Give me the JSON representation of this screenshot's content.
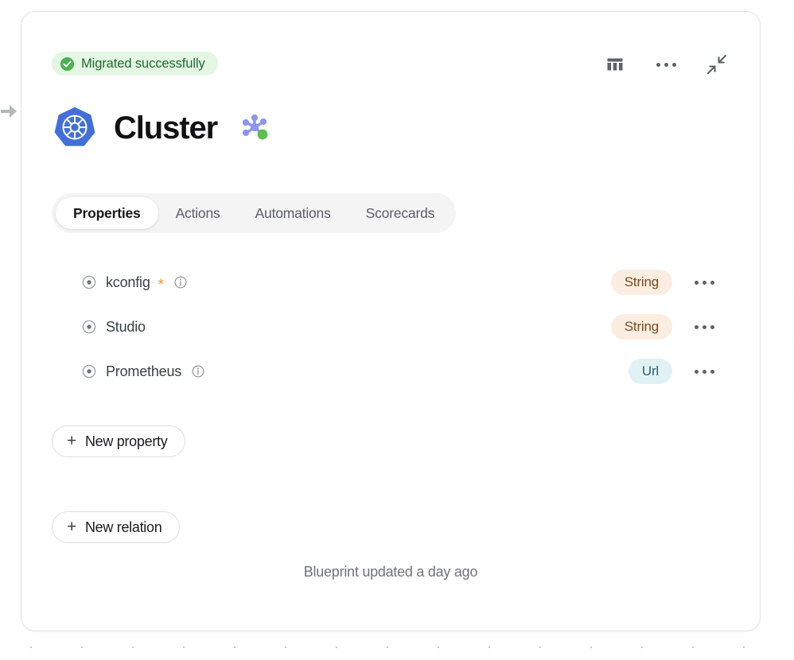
{
  "canvas": {
    "pointer_icon": "arrow-pointer-icon",
    "dot_color": "#c9c9cd"
  },
  "card": {
    "status": {
      "label": "Migrated successfully",
      "icon": "check-circle-icon",
      "bg_color": "#e4f6e4",
      "text_color": "#1f6b2c",
      "icon_color": "#4caf50"
    },
    "header_actions": [
      {
        "name": "table-view-icon",
        "label": "Table view"
      },
      {
        "name": "more-options-icon",
        "label": "More options"
      },
      {
        "name": "collapse-icon",
        "label": "Collapse"
      }
    ],
    "title": {
      "text": "Cluster",
      "logo_icon": "kubernetes-logo-icon",
      "logo_color": "#4270d8",
      "blueprint_icon": "blueprint-graph-icon",
      "blueprint_node_color": "#8b95f0",
      "blueprint_status_color": "#59c04b"
    },
    "tabs": [
      {
        "label": "Properties",
        "active": true
      },
      {
        "label": "Actions",
        "active": false
      },
      {
        "label": "Automations",
        "active": false
      },
      {
        "label": "Scorecards",
        "active": false
      }
    ],
    "properties": [
      {
        "name": "kconfig",
        "required": true,
        "required_marker": "*",
        "has_info": true,
        "type": "String",
        "type_style": "string",
        "menu_icon": "row-more-icon"
      },
      {
        "name": "Studio",
        "required": false,
        "required_marker": "",
        "has_info": false,
        "type": "String",
        "type_style": "string",
        "menu_icon": "row-more-icon"
      },
      {
        "name": "Prometheus",
        "required": false,
        "required_marker": "",
        "has_info": true,
        "type": "Url",
        "type_style": "url",
        "menu_icon": "row-more-icon"
      }
    ],
    "buttons": {
      "new_property": {
        "label": "New property",
        "icon": "plus-icon",
        "plus": "+"
      },
      "new_relation": {
        "label": "New relation",
        "icon": "plus-icon",
        "plus": "+"
      }
    },
    "footer": {
      "text": "Blueprint updated a day ago"
    }
  },
  "colors": {
    "badge_string_bg": "#fbeee1",
    "badge_string_text": "#7a4a1e",
    "badge_url_bg": "#e1f2f4",
    "badge_url_text": "#2b626b",
    "required_star": "#f0921e",
    "card_border": "#e3e3e6"
  }
}
